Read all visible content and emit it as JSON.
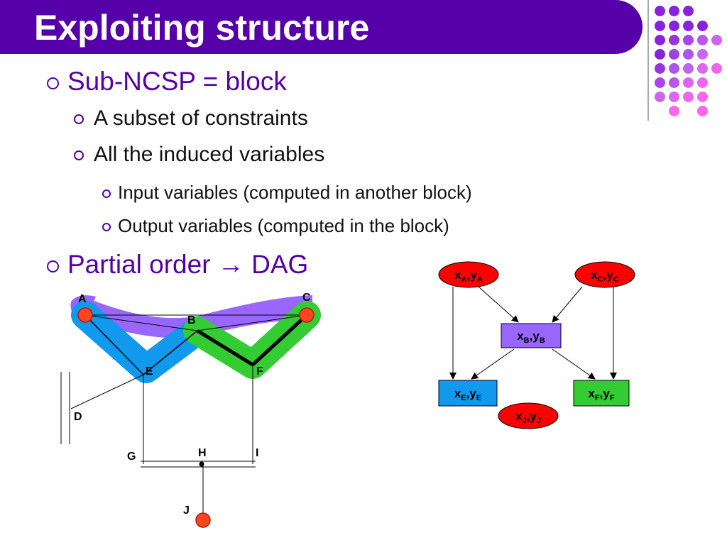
{
  "slide": {
    "title": "Exploiting structure",
    "bullets": {
      "b1": "Sub-NCSP = block",
      "b1_1": "A subset of constraints",
      "b1_2": "All the induced variables",
      "b1_2_1": "Input variables (computed in another block)",
      "b1_2_2": "Output variables (computed in the block)",
      "b2_part1": "Partial order",
      "b2_arrow": "→",
      "b2_part2": "DAG"
    }
  },
  "colors": {
    "title_bg": "#5500a8",
    "accent": "#5500a8",
    "purple_block": "#9966ff",
    "blue_block": "#1199ee",
    "green_block": "#33cc33",
    "point_red": "#ff4422",
    "node_red": "#ff0000"
  },
  "geometry_diagram": {
    "points": {
      "A": "A",
      "B": "B",
      "C": "C",
      "D": "D",
      "E": "E",
      "F": "F",
      "G": "G",
      "H": "H",
      "I": "I",
      "J": "J"
    }
  },
  "dag": {
    "nodes": {
      "A": {
        "x": "x",
        "y": "y",
        "sub": "A"
      },
      "C": {
        "x": "x",
        "y": "y",
        "sub": "C"
      },
      "B": {
        "x": "x",
        "y": "y",
        "sub": "B"
      },
      "E": {
        "x": "x",
        "y": "y",
        "sub": "E"
      },
      "F": {
        "x": "x",
        "y": "y",
        "sub": "F"
      },
      "J": {
        "x": "x",
        "y": "y",
        "sub": "J"
      }
    },
    "separator": ","
  }
}
